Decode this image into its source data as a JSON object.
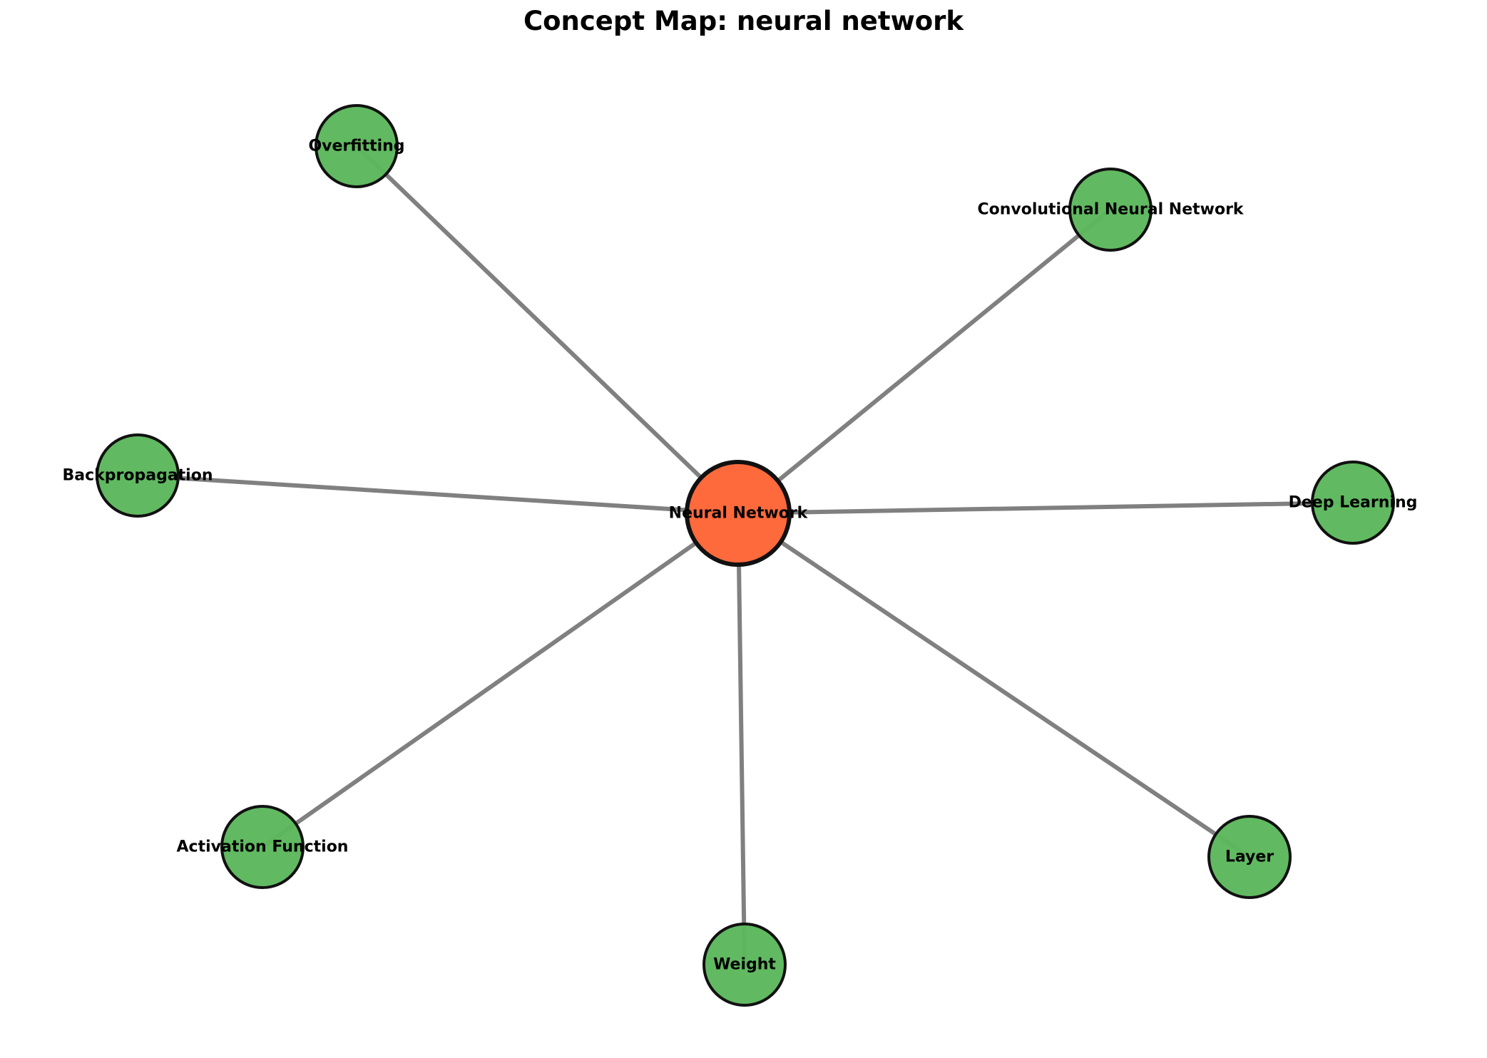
{
  "title": "Concept Map: neural network",
  "colors": {
    "central_node": "#FF6A3D",
    "concept_node": "#5CB85C",
    "edge": "#808080",
    "node_outline": "#111111"
  },
  "central": {
    "id": "neural-network",
    "label": "Neural Network"
  },
  "nodes": [
    {
      "id": "overfitting",
      "label": "Overfitting"
    },
    {
      "id": "convolutional-neural-network",
      "label": "Convolutional Neural Network"
    },
    {
      "id": "backpropagation",
      "label": "Backpropagation"
    },
    {
      "id": "deep-learning",
      "label": "Deep Learning"
    },
    {
      "id": "activation-function",
      "label": "Activation Function"
    },
    {
      "id": "weight",
      "label": "Weight"
    },
    {
      "id": "layer",
      "label": "Layer"
    }
  ],
  "edges": [
    {
      "from": "neural-network",
      "to": "overfitting"
    },
    {
      "from": "neural-network",
      "to": "convolutional-neural-network"
    },
    {
      "from": "neural-network",
      "to": "backpropagation"
    },
    {
      "from": "neural-network",
      "to": "deep-learning"
    },
    {
      "from": "neural-network",
      "to": "activation-function"
    },
    {
      "from": "neural-network",
      "to": "weight"
    },
    {
      "from": "neural-network",
      "to": "layer"
    }
  ]
}
